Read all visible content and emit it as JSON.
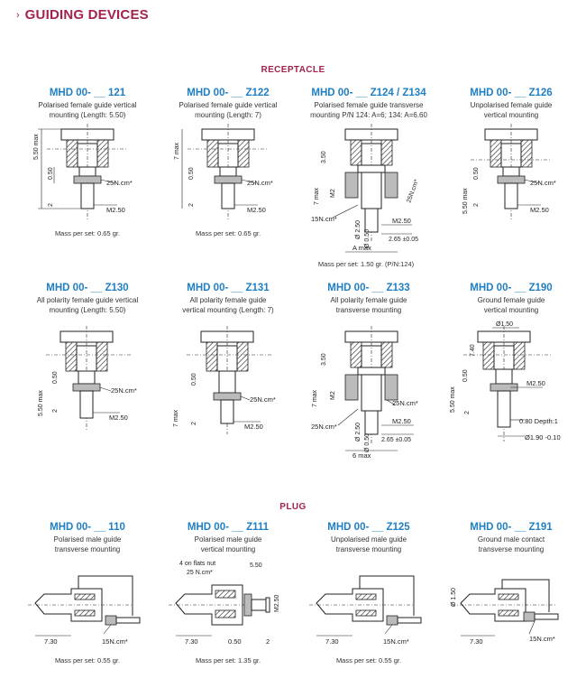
{
  "header": {
    "title": "GUIDING DEVICES"
  },
  "sections": {
    "receptacle": "RECEPTACLE",
    "plug": "PLUG"
  },
  "receptacle_row1": [
    {
      "pn": "MHD 00- __ 121",
      "desc": "Polarised female guide vertical\nmounting (Length: 5.50)",
      "mass": "Mass per set: 0.65 gr.",
      "dims": [
        "5.50 max",
        "0.50",
        "2",
        "25N.cm*",
        "M2.50"
      ]
    },
    {
      "pn": "MHD 00- __ Z122",
      "desc": "Polarised female guide vertical\nmounting (Length: 7)",
      "mass": "Mass per set: 0.65 gr.",
      "dims": [
        "7 max",
        "0.50",
        "2",
        "25N.cm*",
        "M2.50"
      ]
    },
    {
      "pn": "MHD 00- __ Z124 / Z134",
      "desc": "Polarised female guide transverse\nmounting P/N 124: A=6; 134: A=6.60",
      "mass": "Mass per set: 1.50 gr. (P/N:124)",
      "dims": [
        "3.50",
        "7 max",
        "M2",
        "15N.cm*",
        "Ø 2.50",
        "Ø 0.50",
        "25N.cm*",
        "M2.50",
        "2.65 ±0.05",
        "A max"
      ]
    },
    {
      "pn": "MHD 00- __ Z126",
      "desc": "Unpolarised female guide\nvertical mounting",
      "mass": "",
      "dims": [
        "5.50 max",
        "0.50",
        "2",
        "25N.cm*",
        "M2.50"
      ]
    }
  ],
  "receptacle_row2": [
    {
      "pn": "MHD 00- __ Z130",
      "desc": "All polarity female guide vertical\nmounting (Length: 5.50)",
      "dims": [
        "5.50 max",
        "0.50",
        "2",
        "25N.cm*",
        "M2.50"
      ]
    },
    {
      "pn": "MHD 00- __ Z131",
      "desc": "All polarity female guide\nvertical mounting (Length: 7)",
      "dims": [
        "7 max",
        "0.50",
        "2",
        "25N.cm*",
        "M2.50"
      ]
    },
    {
      "pn": "MHD 00- __ Z133",
      "desc": "All polarity female guide\ntransverse mounting",
      "dims": [
        "3.50",
        "7 max",
        "M2",
        "25N.cm*",
        "Ø 2.50",
        "Ø 0.50",
        "25N.cm*",
        "M2.50",
        "2.65 ±0.05",
        "6 max"
      ]
    },
    {
      "pn": "MHD 00- __ Z190",
      "desc": "Ground female guide\nvertical mounting",
      "dims": [
        "Ø1.50",
        "7.40",
        "0.50",
        "5.50 max",
        "M2.50",
        "2",
        "0.80 Depth:1",
        "Ø1.90 -0.10"
      ]
    }
  ],
  "plug_row": [
    {
      "pn": "MHD 00- __ 110",
      "desc": "Polarised male guide\ntransverse mounting",
      "mass": "Mass per set: 0.55 gr.",
      "dims": [
        "7.30",
        "15N.cm*"
      ]
    },
    {
      "pn": "MHD 00- __ Z111",
      "desc": "Polarised male guide\nvertical mounting",
      "mass": "Mass per set: 1.35 gr.",
      "dims": [
        "4 on flats nut",
        "25 N.cm*",
        "5.50",
        "M2.50",
        "7.30",
        "0.50",
        "2"
      ]
    },
    {
      "pn": "MHD 00- __ Z125",
      "desc": "Unpolarised male guide\ntransverse mounting",
      "mass": "Mass per set: 0.55 gr.",
      "dims": [
        "7.30",
        "15N.cm*"
      ]
    },
    {
      "pn": "MHD 00- __ Z191",
      "desc": "Ground male contact\ntransverse mounting",
      "mass": "",
      "dims": [
        "Ø 1.50",
        "7.30",
        "15N.cm*"
      ]
    }
  ]
}
